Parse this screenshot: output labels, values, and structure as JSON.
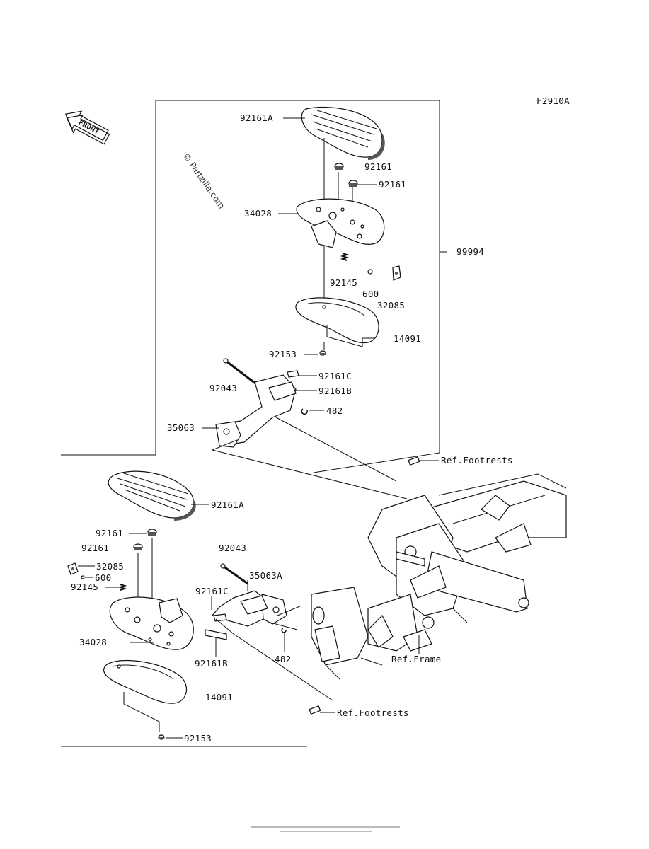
{
  "diagram_id": "F2910A",
  "front_badge": "FRONT",
  "watermark": "© Partzilla.com",
  "labels": {
    "upper": {
      "p92161A": "92161A",
      "p92161a": "92161",
      "p92161b": "92161",
      "p34028": "34028",
      "p99994": "99994",
      "p92145": "92145",
      "p600": "600",
      "p32085": "32085",
      "p14091": "14091",
      "p92153": "92153",
      "p92161C": "92161C",
      "p92043": "92043",
      "p92161B": "92161B",
      "p482": "482",
      "p35063": "35063",
      "refFootrests": "Ref.Footrests"
    },
    "lower": {
      "p92161A": "92161A",
      "p92161a": "92161",
      "p92161b": "92161",
      "p32085": "32085",
      "p600": "600",
      "p92145": "92145",
      "p34028": "34028",
      "p14091": "14091",
      "p92153": "92153",
      "p92043": "92043",
      "p35063A": "35063A",
      "p92161C": "92161C",
      "p92161B": "92161B",
      "p482": "482",
      "refFrame": "Ref.Frame",
      "refFootrests": "Ref.Footrests"
    }
  }
}
